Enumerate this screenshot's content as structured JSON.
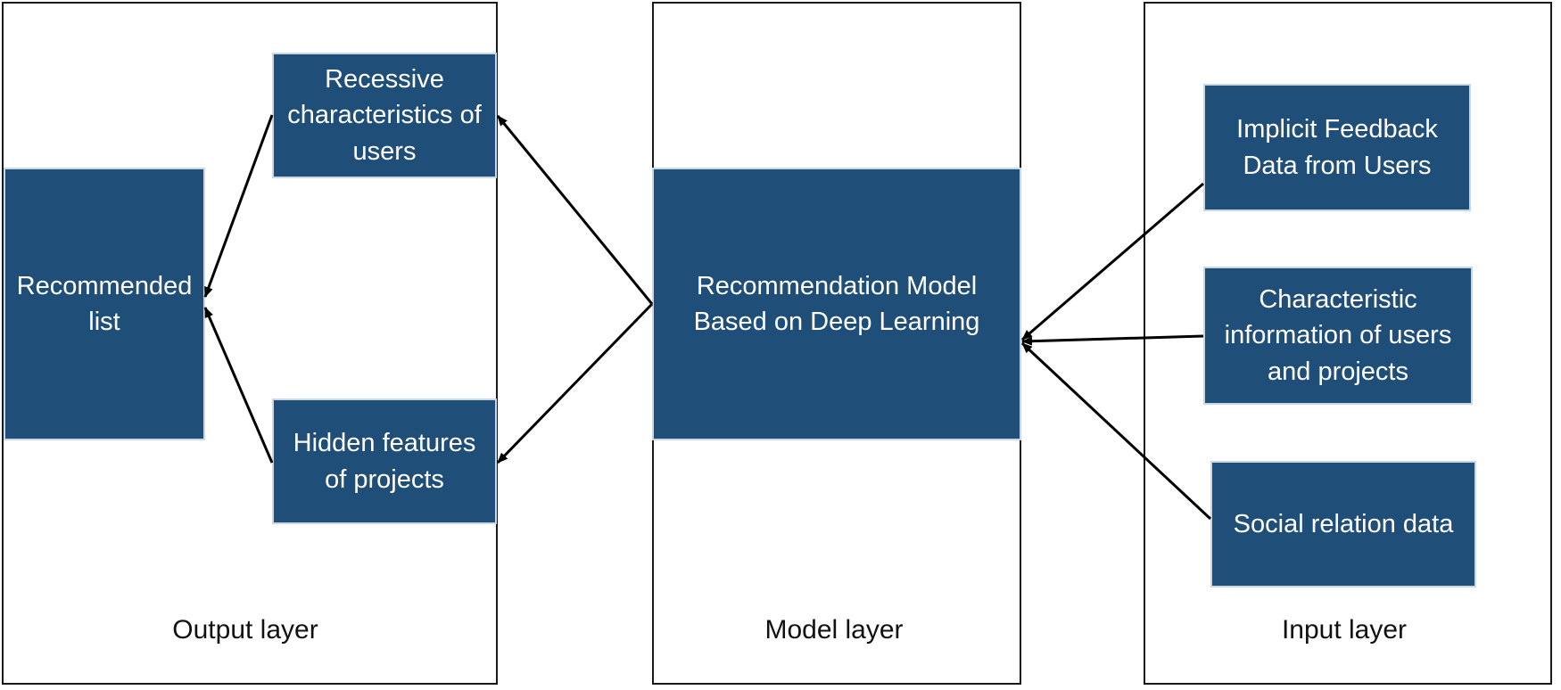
{
  "colors": {
    "box_fill": "#1f4e79",
    "box_text": "#ffffff",
    "border": "#1a1a1a",
    "arrow": "#000000"
  },
  "layers": {
    "output": {
      "label": "Output layer",
      "recommended_list": "Recommended list",
      "recessive_user": "Recessive characteristics of users",
      "hidden_projects": "Hidden features of projects"
    },
    "model": {
      "label": "Model layer",
      "model_box": "Recommendation Model Based on Deep Learning"
    },
    "input": {
      "label": "Input layer",
      "implicit_feedback": "Implicit Feedback Data from Users",
      "characteristic_info": "Characteristic information of users and projects",
      "social_relation": "Social relation data"
    }
  }
}
